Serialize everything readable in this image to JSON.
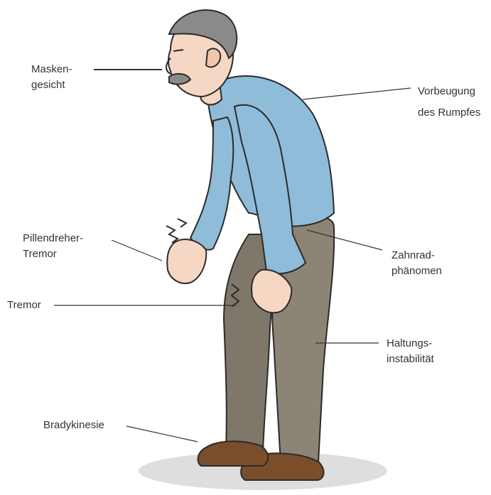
{
  "labels": {
    "masken": [
      "Masken-",
      "gesicht"
    ],
    "vorbeugung": [
      "Vorbeugung",
      "des Rumpfes"
    ],
    "pillendreher": [
      "Pillendreher-",
      "Tremor"
    ],
    "zahnrad": [
      "Zahnrad-",
      "phänomen"
    ],
    "tremor": [
      "Tremor"
    ],
    "haltung": [
      "Haltungs-",
      "instabilität"
    ],
    "brady": [
      "Bradykinesie"
    ]
  },
  "colors": {
    "sweater": "#8fbcd8",
    "pants": "#8c8474",
    "shoes": "#7a4e2a",
    "skin": "#f5d7c3",
    "hair": "#8a8a8a",
    "shadow": "#dcdcdc",
    "leader_line": "#333333"
  }
}
